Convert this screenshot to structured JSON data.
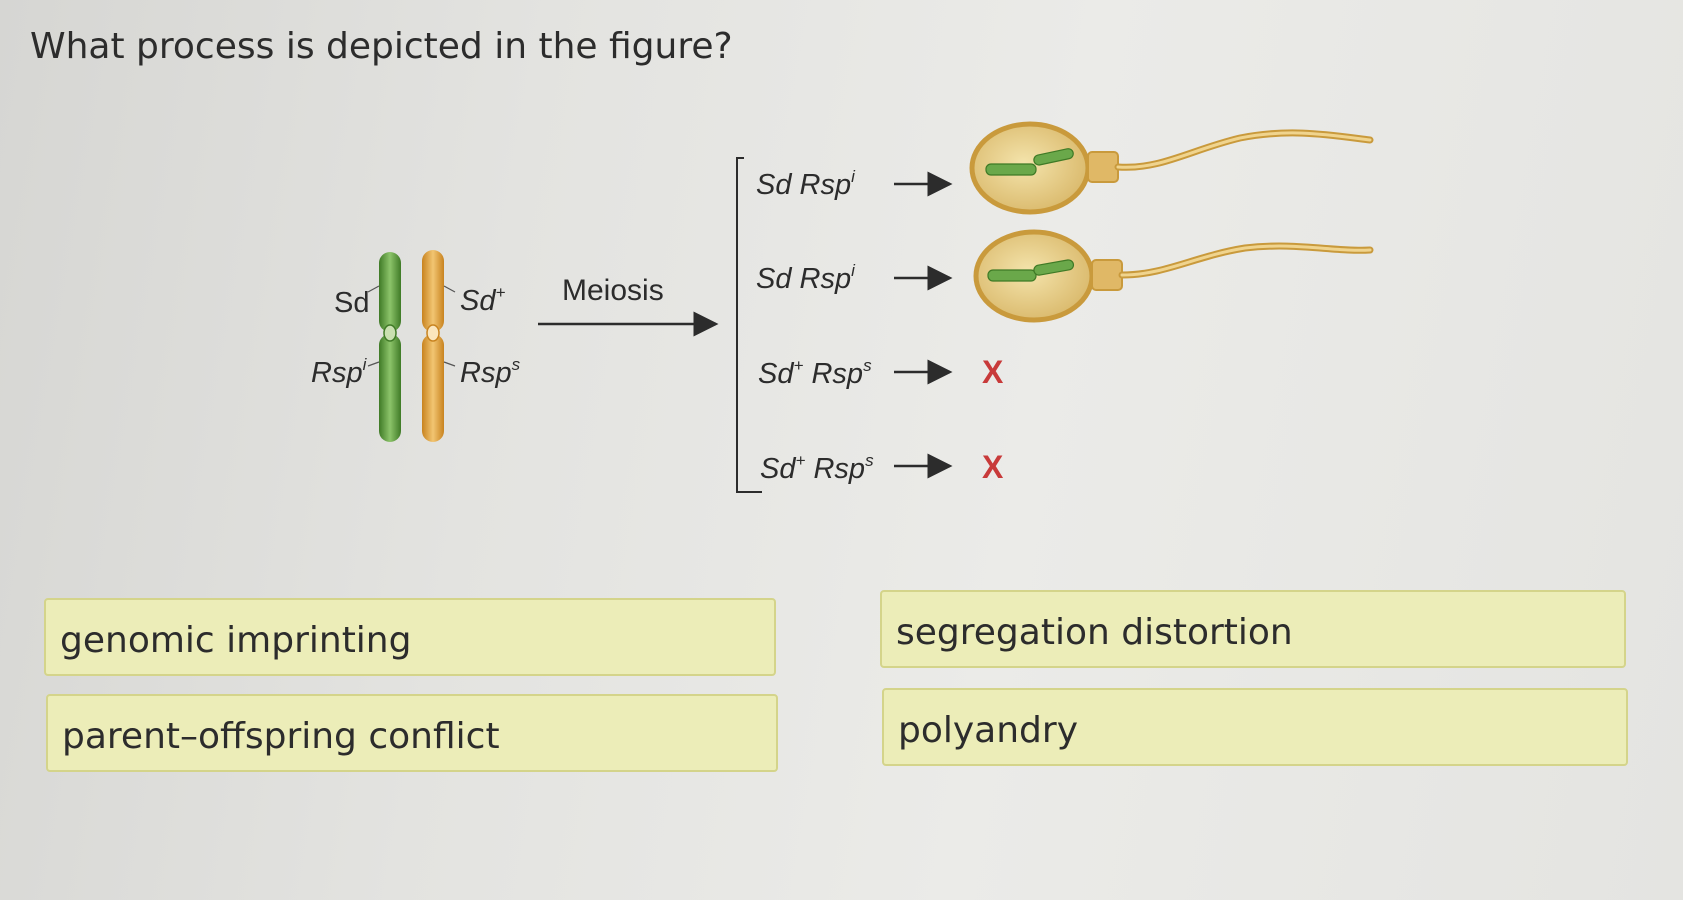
{
  "question": "What process is depicted in the figure?",
  "figure": {
    "left_labels": {
      "gene1": "Sd",
      "gene2": "Rsp",
      "gene2_sup": "i"
    },
    "right_labels": {
      "gene1": "Sd",
      "gene1_sup": "+",
      "gene2": "Rsp",
      "gene2_sup": "s"
    },
    "arrow_label": "Meiosis",
    "gametes": [
      {
        "gene1": "Sd",
        "gene1_sup": "",
        "gene2": "Rsp",
        "gene2_sup": "i",
        "outcome": "sperm"
      },
      {
        "gene1": "Sd",
        "gene1_sup": "",
        "gene2": "Rsp",
        "gene2_sup": "i",
        "outcome": "sperm"
      },
      {
        "gene1": "Sd",
        "gene1_sup": "+",
        "gene2": "Rsp",
        "gene2_sup": "s",
        "outcome": "X"
      },
      {
        "gene1": "Sd",
        "gene1_sup": "+",
        "gene2": "Rsp",
        "gene2_sup": "s",
        "outcome": "X"
      }
    ],
    "colors": {
      "chromosome_green": "#5e9a3c",
      "chromosome_orange": "#e0a544",
      "sperm_head": "#e9d28e",
      "sperm_outline": "#c99a3c",
      "x_mark": "#c83a3a"
    }
  },
  "options": [
    "genomic imprinting",
    "segregation distortion",
    "parent–offspring conflict",
    "polyandry"
  ]
}
